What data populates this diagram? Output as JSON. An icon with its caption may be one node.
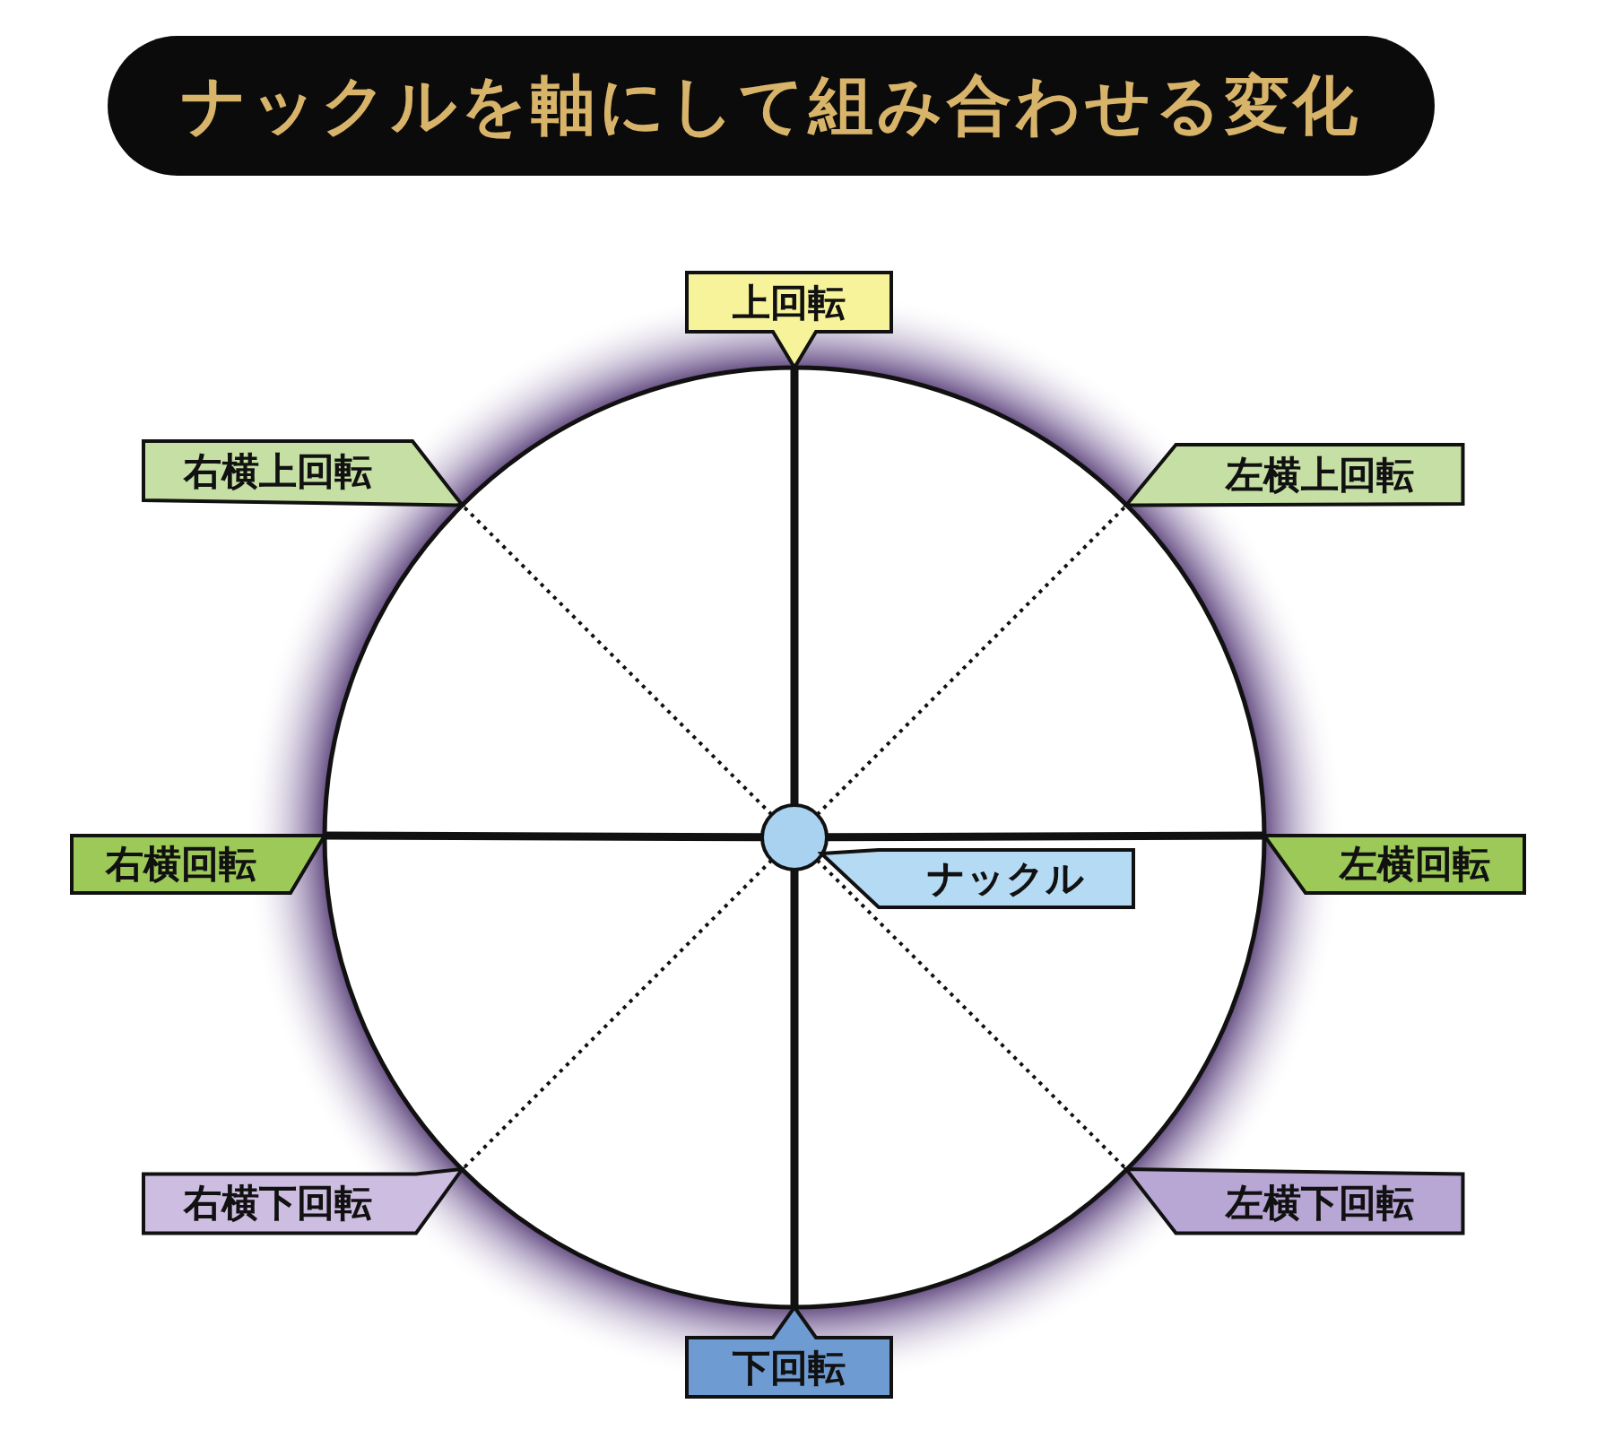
{
  "diagram": {
    "title": "ナックルを軸にして組み合わせる変化",
    "nodes": [
      {
        "text": [],
        "shape": "circle"
      },
      {
        "text": [
          "上回転"
        ]
      },
      {
        "text": [
          "右横上回転"
        ]
      },
      {
        "text": [
          "左横上回転"
        ]
      },
      {
        "text": [
          "右横回転"
        ]
      },
      {
        "text": [
          "左横回転"
        ]
      },
      {
        "text": [
          "右横下回転"
        ]
      },
      {
        "text": [
          "左横下回転"
        ]
      },
      {
        "text": [
          "下回転"
        ]
      },
      {
        "text": [
          "ナックル"
        ]
      }
    ],
    "edges": [
      {
        "from": 0,
        "to": 1,
        "arrow": "none",
        "style": "thick"
      },
      {
        "from": 0,
        "to": 2,
        "arrow": "none",
        "style": "dashed"
      },
      {
        "from": 0,
        "to": 3,
        "arrow": "none",
        "style": "dashed"
      },
      {
        "from": 0,
        "to": 4,
        "arrow": "none",
        "style": "thick"
      },
      {
        "from": 0,
        "to": 5,
        "arrow": "none",
        "style": "thick"
      },
      {
        "from": 0,
        "to": 6,
        "arrow": "none",
        "style": "dashed"
      },
      {
        "from": 0,
        "to": 7,
        "arrow": "none",
        "style": "dashed"
      },
      {
        "from": 0,
        "to": 8,
        "arrow": "none",
        "style": "thick"
      }
    ]
  }
}
